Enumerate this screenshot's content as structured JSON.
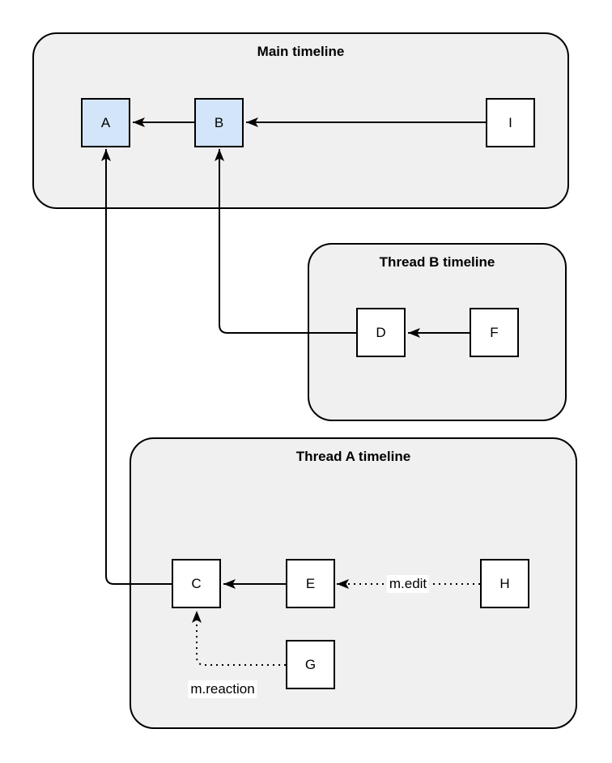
{
  "diagram": {
    "containers": {
      "main": {
        "title": "Main timeline"
      },
      "thread_b": {
        "title": "Thread B timeline"
      },
      "thread_a": {
        "title": "Thread A timeline"
      }
    },
    "nodes": {
      "a": {
        "label": "A",
        "highlighted": true
      },
      "b": {
        "label": "B",
        "highlighted": true
      },
      "i": {
        "label": "I",
        "highlighted": false
      },
      "d": {
        "label": "D",
        "highlighted": false
      },
      "f": {
        "label": "F",
        "highlighted": false
      },
      "c": {
        "label": "C",
        "highlighted": false
      },
      "e": {
        "label": "E",
        "highlighted": false
      },
      "h": {
        "label": "H",
        "highlighted": false
      },
      "g": {
        "label": "G",
        "highlighted": false
      }
    },
    "edges": {
      "b_to_a": {
        "from": "B",
        "to": "A",
        "style": "solid",
        "label": ""
      },
      "i_to_b": {
        "from": "I",
        "to": "B",
        "style": "solid",
        "label": ""
      },
      "f_to_d": {
        "from": "F",
        "to": "D",
        "style": "solid",
        "label": ""
      },
      "d_to_b": {
        "from": "D",
        "to": "B",
        "style": "solid",
        "label": ""
      },
      "e_to_c": {
        "from": "E",
        "to": "C",
        "style": "solid",
        "label": ""
      },
      "c_to_a": {
        "from": "C",
        "to": "A",
        "style": "solid",
        "label": ""
      },
      "h_to_e": {
        "from": "H",
        "to": "E",
        "style": "dotted",
        "label": "m.edit"
      },
      "g_to_c": {
        "from": "G",
        "to": "C",
        "style": "dotted",
        "label": "m.reaction"
      }
    },
    "colors": {
      "container_fill": "#f0f0f0",
      "container_border": "#000000",
      "node_fill": "#ffffff",
      "node_highlight_fill": "#d3e5f8",
      "node_border": "#000000",
      "edge_color": "#000000",
      "edge_label_background": "#ffffff",
      "page_background": "#ffffff"
    }
  }
}
